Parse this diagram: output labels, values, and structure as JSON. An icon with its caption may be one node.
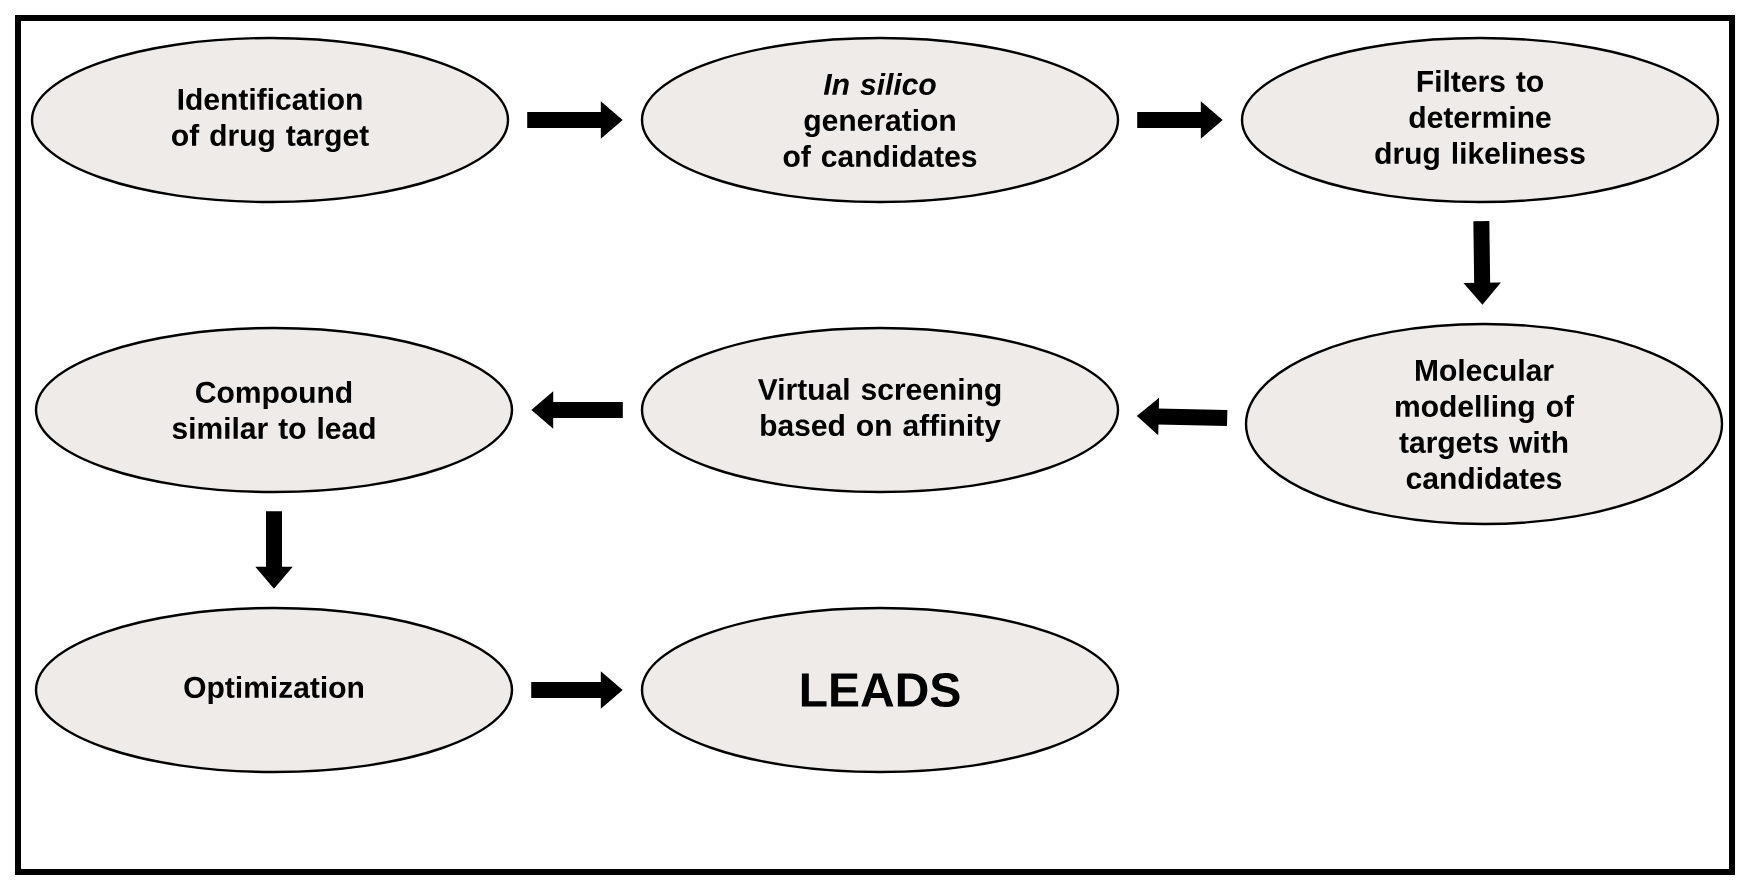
{
  "diagram": {
    "nodes": [
      {
        "text": [
          "Identification of drug target"
        ]
      },
      {
        "text": [
          "*In silico* generation of candidates"
        ]
      },
      {
        "text": [
          "Filters to determine drug likeliness"
        ]
      },
      {
        "text": [
          "Molecular modelling of targets with candidates"
        ]
      },
      {
        "text": [
          "Virtual screening based on affinity"
        ]
      },
      {
        "text": [
          "Compound similar to lead"
        ]
      },
      {
        "text": [
          "Optimization"
        ]
      },
      {
        "text": [
          "LEADS"
        ]
      }
    ],
    "edges": [
      {
        "from": 0,
        "to": 1,
        "arrow": "to"
      },
      {
        "from": 1,
        "to": 2,
        "arrow": "to"
      },
      {
        "from": 2,
        "to": 3,
        "arrow": "to"
      },
      {
        "from": 3,
        "to": 4,
        "arrow": "to"
      },
      {
        "from": 4,
        "to": 5,
        "arrow": "to"
      },
      {
        "from": 5,
        "to": 6,
        "arrow": "to"
      },
      {
        "from": 6,
        "to": 7,
        "arrow": "to"
      }
    ]
  }
}
